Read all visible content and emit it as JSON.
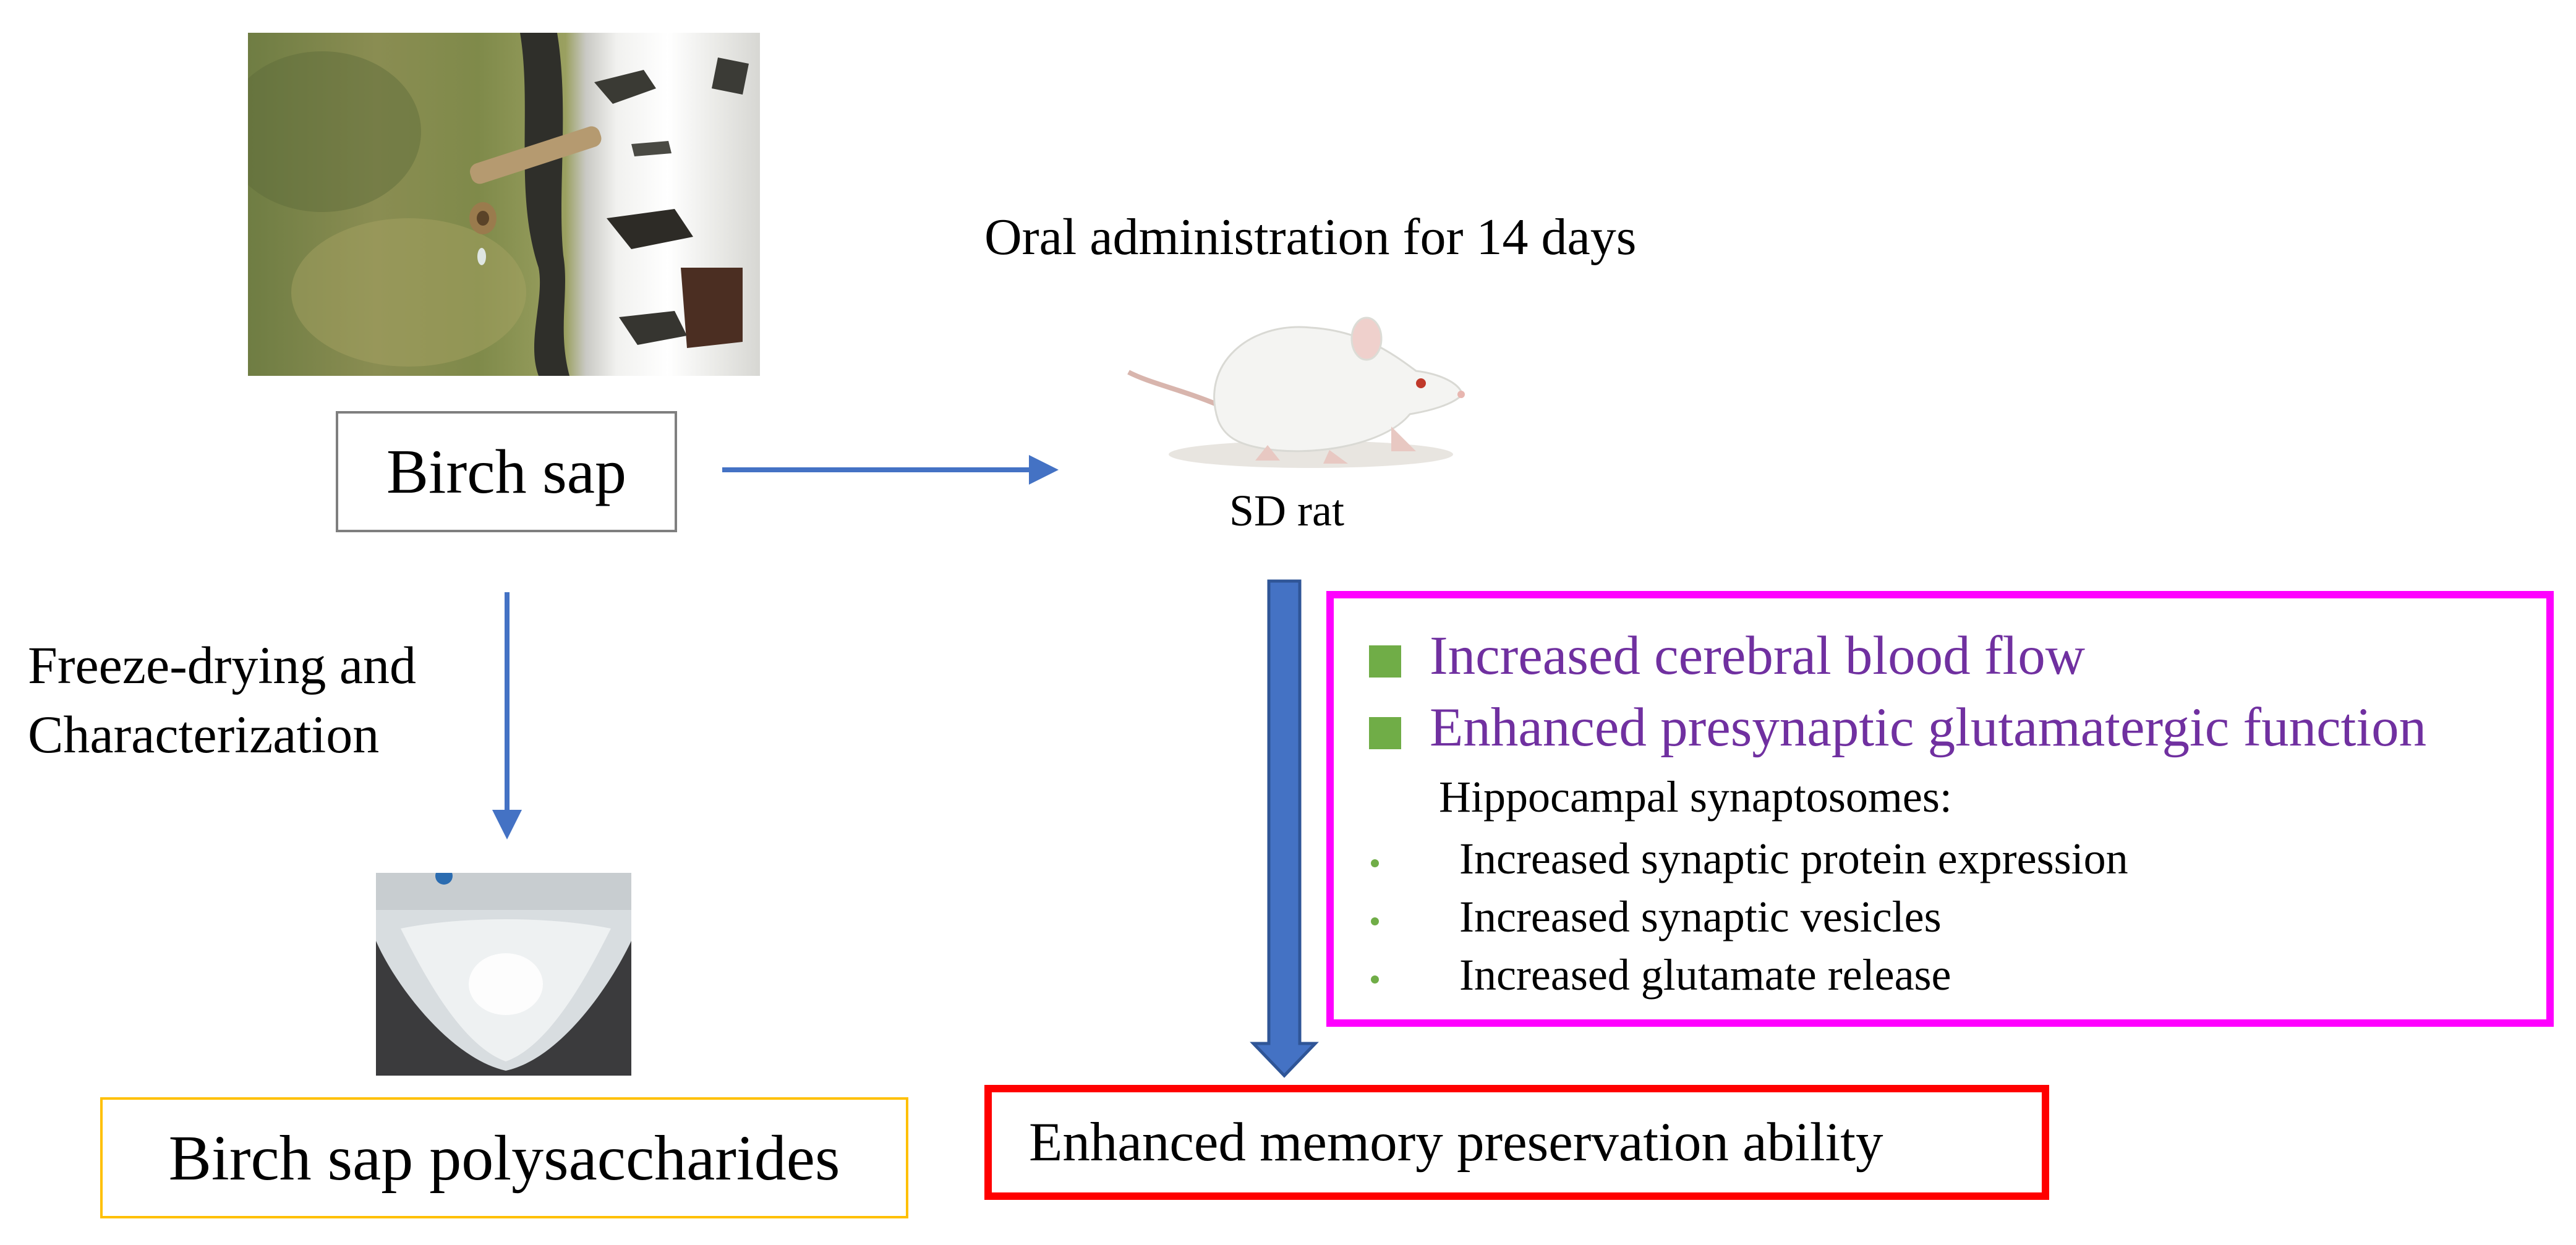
{
  "labels": {
    "birch_sap": "Birch sap",
    "oral_admin": "Oral administration for 14 days",
    "sd_rat": "SD rat",
    "freeze_drying_line1": "Freeze-drying and",
    "freeze_drying_line2": "Characterization",
    "polysaccharides": "Birch sap polysaccharides",
    "outcome": "Enhanced memory preservation ability"
  },
  "effects": {
    "main": [
      "Increased cerebral blood flow",
      "Enhanced presynaptic glutamatergic function"
    ],
    "sub_heading": "Hippocampal synaptosomes:",
    "sub_items": [
      "Increased synaptic protein expression",
      "Increased synaptic vesicles",
      "Increased glutamate release"
    ]
  },
  "colors": {
    "arrow_blue": "#4472c4",
    "thick_arrow_fill": "#4472c4",
    "thick_arrow_stroke": "#2f5597",
    "effects_border": "#ff00ff",
    "effects_text": "#7030a0",
    "bullet_green": "#70ad47",
    "outcome_border": "#ff0000",
    "polysaccharides_border": "#ffc000",
    "birch_sap_border": "#7f7f7f"
  },
  "icons": [
    "birch-tree-tap-photo",
    "white-rat-photo",
    "polysaccharide-tube-photo"
  ]
}
